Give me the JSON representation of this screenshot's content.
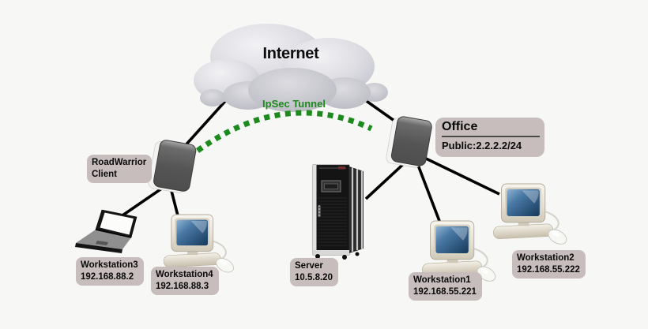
{
  "internet": {
    "label": "Internet"
  },
  "tunnel": {
    "label": "IpSec Tunnel"
  },
  "labels": {
    "roadwarrior": {
      "line1": "RoadWarrior",
      "line2": "Client"
    },
    "office": {
      "title": "Office",
      "public": "Public:2.2.2.2/24"
    },
    "workstation3": {
      "name": "Workstation3",
      "ip": "192.168.88.2"
    },
    "workstation4": {
      "name": "Workstation4",
      "ip": "192.168.88.3"
    },
    "server": {
      "name": "Server",
      "ip": "10.5.8.20"
    },
    "workstation1": {
      "name": "Workstation1",
      "ip": "192.168.55.221"
    },
    "workstation2": {
      "name": "Workstation2",
      "ip": "192.168.55.222"
    }
  },
  "colors": {
    "tunnel_green": "#1d8a1d",
    "label_bg": "#c7bdbd",
    "link_line": "#000000"
  }
}
